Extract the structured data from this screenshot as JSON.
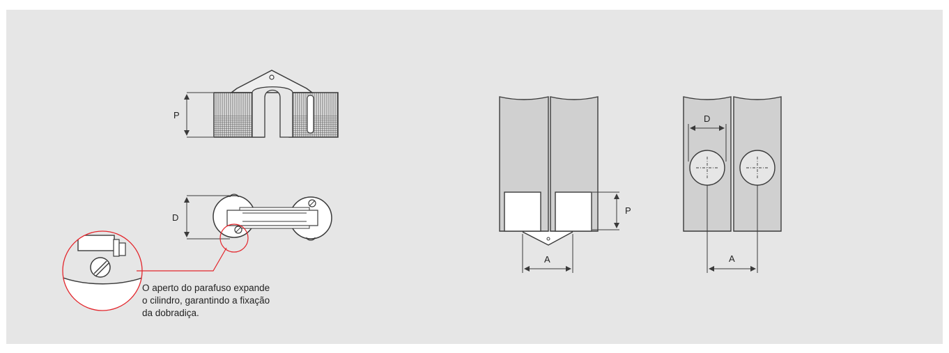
{
  "colors": {
    "panel": "#e6e6e6",
    "line": "#3a3a3a",
    "fill": "#cfcfcf",
    "accent": "#e3262c"
  },
  "labels": {
    "top_view_depth": "P",
    "front_view_diameter": "D",
    "section_depth": "P",
    "section_spacing": "A",
    "bore_diameter": "D",
    "bore_spacing": "A"
  },
  "callout": {
    "lines": [
      "O aperto do parafuso expande",
      "o cilindro, garantindo a fixação",
      "da dobradiça."
    ]
  }
}
